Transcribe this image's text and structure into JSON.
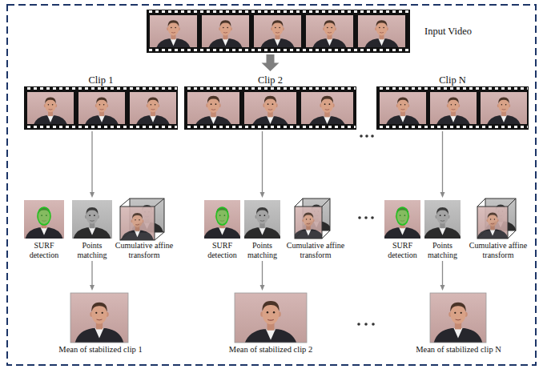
{
  "diagram": {
    "nodes": [
      {
        "text": [
          "Input Video"
        ]
      },
      {
        "text": [
          "Clip 1"
        ]
      },
      {
        "text": [
          "Clip 2"
        ]
      },
      {
        "text": [
          "Clip N"
        ]
      },
      {
        "text": [
          "SURF detection"
        ]
      },
      {
        "text": [
          "Points matching"
        ]
      },
      {
        "text": [
          "Cumulative affine transform"
        ]
      },
      {
        "text": [
          "SURF detection"
        ]
      },
      {
        "text": [
          "Points matching"
        ]
      },
      {
        "text": [
          "Cumulative affine transform"
        ]
      },
      {
        "text": [
          "SURF detection"
        ]
      },
      {
        "text": [
          "Points matching"
        ]
      },
      {
        "text": [
          "Cumulative affine transform"
        ]
      },
      {
        "text": [
          "Mean of stabilized clip 1"
        ]
      },
      {
        "text": [
          "Mean of stabilized clip 2"
        ]
      },
      {
        "text": [
          "Mean of stabilized clip N"
        ]
      }
    ],
    "edges": [
      {
        "from": 0,
        "to": 2,
        "arrow": "to"
      },
      {
        "from": 1,
        "to": 5,
        "arrow": "to"
      },
      {
        "from": 2,
        "to": 8,
        "arrow": "to"
      },
      {
        "from": 3,
        "to": 11,
        "arrow": "to"
      },
      {
        "from": 5,
        "to": 13,
        "arrow": "to"
      },
      {
        "from": 8,
        "to": 14,
        "arrow": "to"
      },
      {
        "from": 11,
        "to": 15,
        "arrow": "to"
      }
    ]
  }
}
